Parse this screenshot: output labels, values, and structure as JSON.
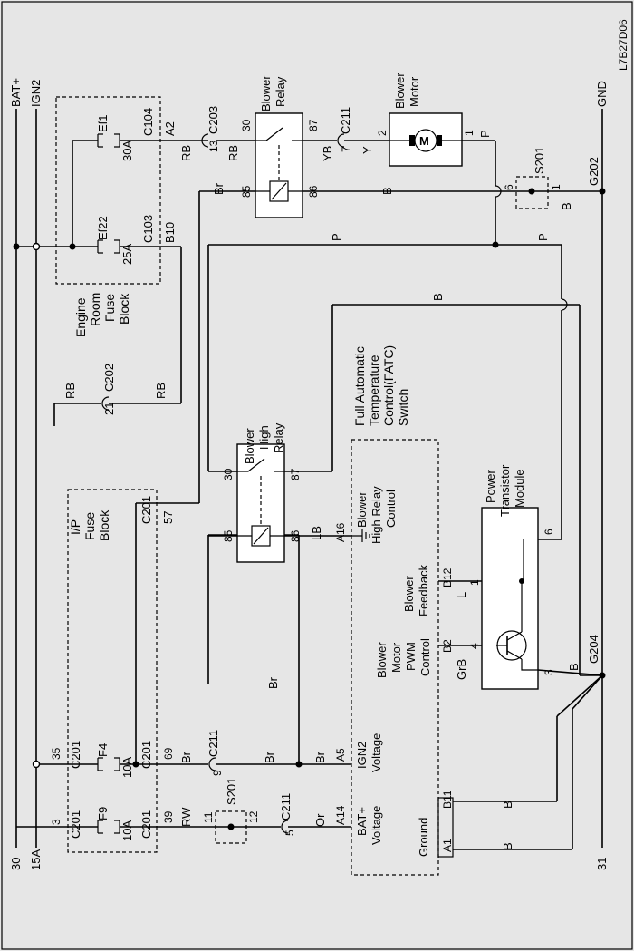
{
  "diagram_id": "L7B27D06",
  "rails": {
    "top_left": "BAT+",
    "top_right": "IGN2",
    "bottom_left": "30",
    "bottom_right": "15A",
    "gnd": "GND",
    "gnd_bottom": "31"
  },
  "engine_fuse_block": {
    "title_1": "Engine",
    "title_2": "Room",
    "title_3": "Fuse",
    "title_4": "Block",
    "ef1": {
      "name": "Ef1",
      "rating": "30A",
      "conn": "C104",
      "pin": "A2"
    },
    "ef22": {
      "name": "Ef22",
      "rating": "25A",
      "conn": "C103",
      "pin": "B10"
    }
  },
  "ip_fuse_block": {
    "title_1": "I/P",
    "title_2": "Fuse",
    "title_3": "Block",
    "f4": {
      "name": "F4",
      "rating": "10A",
      "conn_in": "C201",
      "pin_in": "35",
      "conn_out": "C201",
      "pin_out": "69"
    },
    "f9": {
      "name": "F9",
      "rating": "10A",
      "conn_in": "C201",
      "pin_in": "3",
      "conn_out": "C201",
      "pin_out": "39"
    },
    "c201_57": {
      "conn": "C201",
      "pin": "57"
    }
  },
  "connectors": {
    "c203": "C203",
    "c203_pin": "13",
    "c211_a": "C211",
    "c211_a_pin": "7",
    "c202": "C202",
    "c202_pin": "21",
    "c211_b": "C211",
    "c211_b_pin": "9",
    "c211_c": "C211",
    "c211_c_pin": "5"
  },
  "blower_relay": {
    "title_1": "Blower",
    "title_2": "Relay",
    "p30": "30",
    "p87": "87",
    "p85": "85",
    "p86": "86"
  },
  "blower_motor": {
    "title_1": "Blower",
    "title_2": "Motor",
    "p2": "2",
    "p1": "1",
    "symbol": "M"
  },
  "splice_s201_top": {
    "name": "S201",
    "p6": "6",
    "p1": "1"
  },
  "splice_s201_bottom": {
    "name": "S201",
    "p11": "11",
    "p12": "12"
  },
  "ground_g202": "G202",
  "ground_g204": "G204",
  "high_relay": {
    "title_1": "Blower",
    "title_2": "High",
    "title_3": "Relay",
    "p30": "30",
    "p87": "87",
    "p85": "85",
    "p86": "86"
  },
  "fatc": {
    "title_1": "Full Automatic",
    "title_2": "Temperature",
    "title_3": "Control(FATC)",
    "title_4": "Switch",
    "a16": "A16",
    "hi_relay_ctl_1": "Blower",
    "hi_relay_ctl_2": "High Relay",
    "hi_relay_ctl_3": "Control",
    "b12": "B12",
    "feedback_1": "Blower",
    "feedback_2": "Feedback",
    "b2": "B2",
    "pwm_1": "Blower",
    "pwm_2": "Motor",
    "pwm_3": "PWM",
    "pwm_4": "Control",
    "a5": "A5",
    "ign2_1": "IGN2",
    "ign2_2": "Voltage",
    "a14": "A14",
    "bat_1": "BAT+",
    "bat_2": "Voltage",
    "b11": "B11",
    "a1": "A1",
    "ground": "Ground"
  },
  "ptm": {
    "title_1": "Power",
    "title_2": "Transistor",
    "title_3": "Module",
    "p1": "1",
    "p4": "4",
    "p6": "6",
    "p3": "3"
  },
  "wires": {
    "rb": "RB",
    "yb": "YB",
    "y": "Y",
    "p": "P",
    "b": "B",
    "br": "Br",
    "lb": "LB",
    "l": "L",
    "grb": "GrB",
    "rw": "RW",
    "or": "Or"
  }
}
